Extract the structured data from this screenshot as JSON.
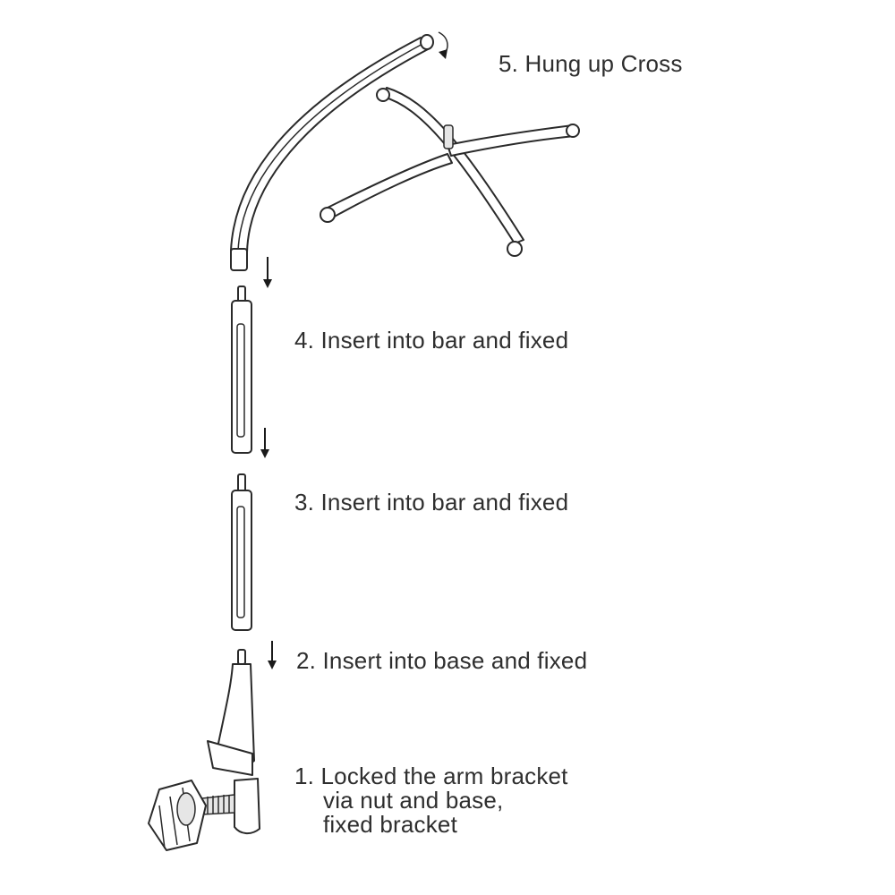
{
  "steps": [
    {
      "text": "5. Hung up Cross"
    },
    {
      "text": "4. Insert into bar and fixed"
    },
    {
      "text": "3. Insert into bar and fixed"
    },
    {
      "text": "2. Insert into base and fixed"
    },
    {
      "lines": [
        "1. Locked the arm bracket",
        "via nut and base,",
        "fixed bracket"
      ]
    }
  ],
  "colors": {
    "ink": "#2a2a2a",
    "text": "#2e2e2e",
    "background": "#ffffff"
  },
  "parts": [
    "curved-arm",
    "hanging-cross",
    "upper-bar",
    "middle-bar",
    "base-clamp",
    "locking-nut"
  ]
}
